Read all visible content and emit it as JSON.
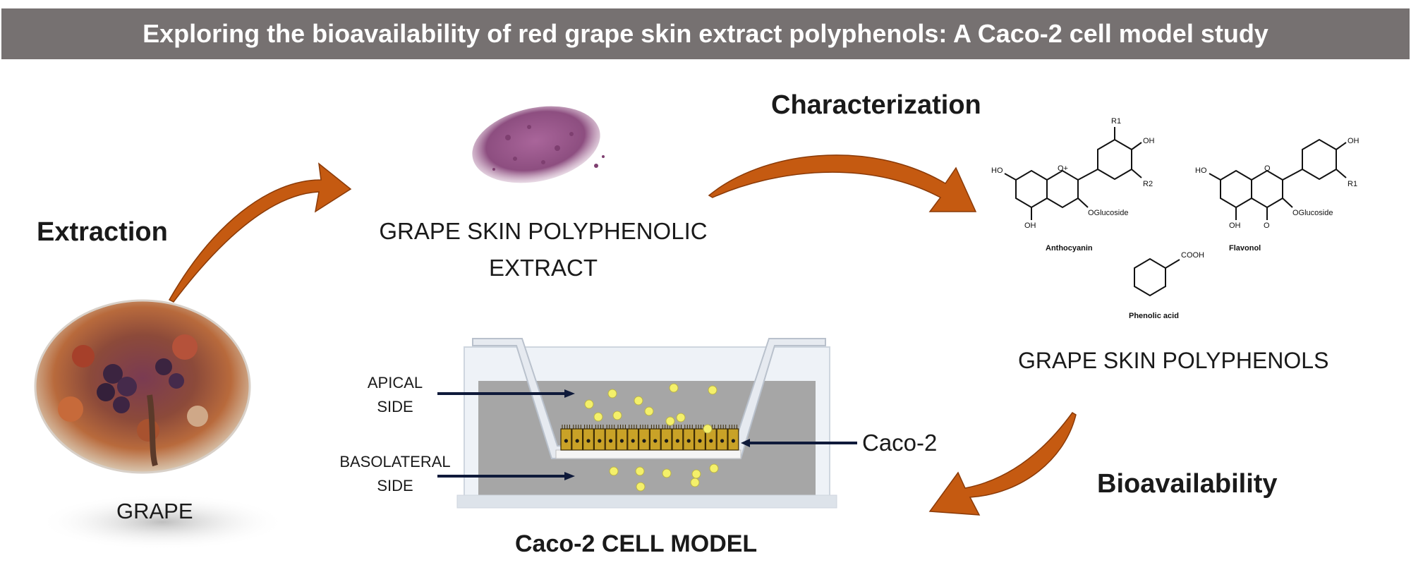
{
  "title": "Exploring the bioavailability of red grape skin extract polyphenols: A Caco-2 cell model study",
  "steps": {
    "extraction": "Extraction",
    "characterization": "Characterization",
    "bioavailability": "Bioavailability"
  },
  "nodes": {
    "grape": "GRAPE",
    "extract_line1": "GRAPE SKIN POLYPHENOLIC",
    "extract_line2": "EXTRACT",
    "polyphenols": "GRAPE SKIN POLYPHENOLS",
    "cell_model": "Caco-2 CELL MODEL"
  },
  "cell_model_labels": {
    "apical_line1": "APICAL",
    "apical_line2": "SIDE",
    "basolateral_line1": "BASOLATERAL",
    "basolateral_line2": "SIDE",
    "caco2": "Caco-2"
  },
  "structures": {
    "anthocyanin": {
      "name": "Anthocyanin",
      "substituents": [
        "HO",
        "O+",
        "R1",
        "OH",
        "R2",
        "OGlucoside",
        "OH"
      ]
    },
    "flavonol": {
      "name": "Flavonol",
      "substituents": [
        "HO",
        "O",
        "OH",
        "R1",
        "OGlucoside",
        "OH",
        "O"
      ]
    },
    "phenolic_acid": {
      "name": "Phenolic acid",
      "substituents": [
        "COOH"
      ]
    }
  },
  "colors": {
    "title_bg": "#767171",
    "arrow": "#c55a11",
    "cell": "#c9a227",
    "particle": "#f4f06a",
    "medium": "#a6a6a6",
    "powder": "#9b5a8c"
  }
}
